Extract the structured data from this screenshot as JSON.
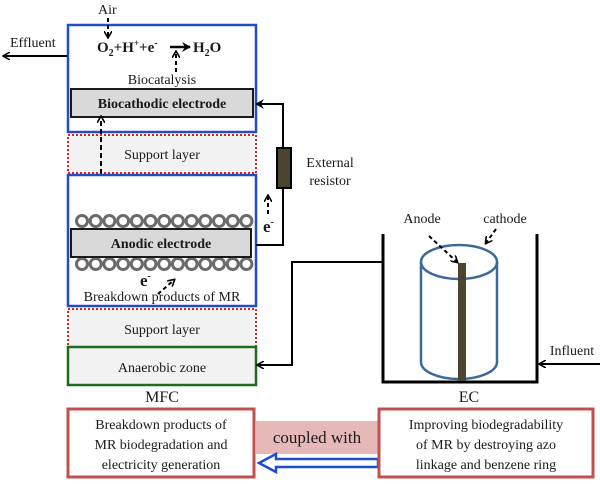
{
  "mfc": {
    "air_label": "Air",
    "effluent_label": "Effluent",
    "reaction": {
      "o2": "O",
      "o2_sub": "2",
      "plus_h": "+H",
      "h_sup": "+",
      "plus_e": "+e",
      "e_sup": "-",
      "h2o": "H",
      "h2o_sub": "2",
      "h2o_end": "O"
    },
    "biocatalysis_label": "Biocatalysis",
    "biocathode_label": "Biocathodic electrode",
    "support_layer_top_label": "Support layer",
    "proton_label": "H",
    "proton_sup": "+",
    "anode_label": "Anodic electrode",
    "electron_label": "e",
    "electron_sup": "-",
    "breakdown_label": "Breakdown products of MR",
    "support_layer_bottom_label": "Support layer",
    "anaerobic_label": "Anaerobic zone",
    "caption": "MFC"
  },
  "circuit": {
    "resistor_label_line1": "External",
    "resistor_label_line2": "resistor",
    "electron_label": "e",
    "electron_sup": "-"
  },
  "ec": {
    "anode_label": "Anode",
    "cathode_label": "cathode",
    "influent_label": "Influent",
    "caption": "EC"
  },
  "summary": {
    "mfc_box_lines": [
      "Breakdown products  of",
      "MR biodegradation and",
      "electricity generation"
    ],
    "coupling_label": "coupled with",
    "ec_box_lines": [
      "Improving biodegradability",
      "of MR by destroying  azo",
      "linkage and benzene ring"
    ]
  },
  "colors": {
    "blue_border": "#1f4fc8",
    "red_dotted": "#e02020",
    "green_border": "#1e6b1e",
    "electrode_fill": "#d9d9d9",
    "layer_fill": "#f2f2f2",
    "bead_color": "#6b6b6b",
    "resistor_fill": "#4b4530",
    "cylinder_color": "#3b6a9a",
    "summary_border": "#c0504d",
    "coupling_fill": "#e6b8b7",
    "hollow_arrow": "#1f4fc8"
  }
}
